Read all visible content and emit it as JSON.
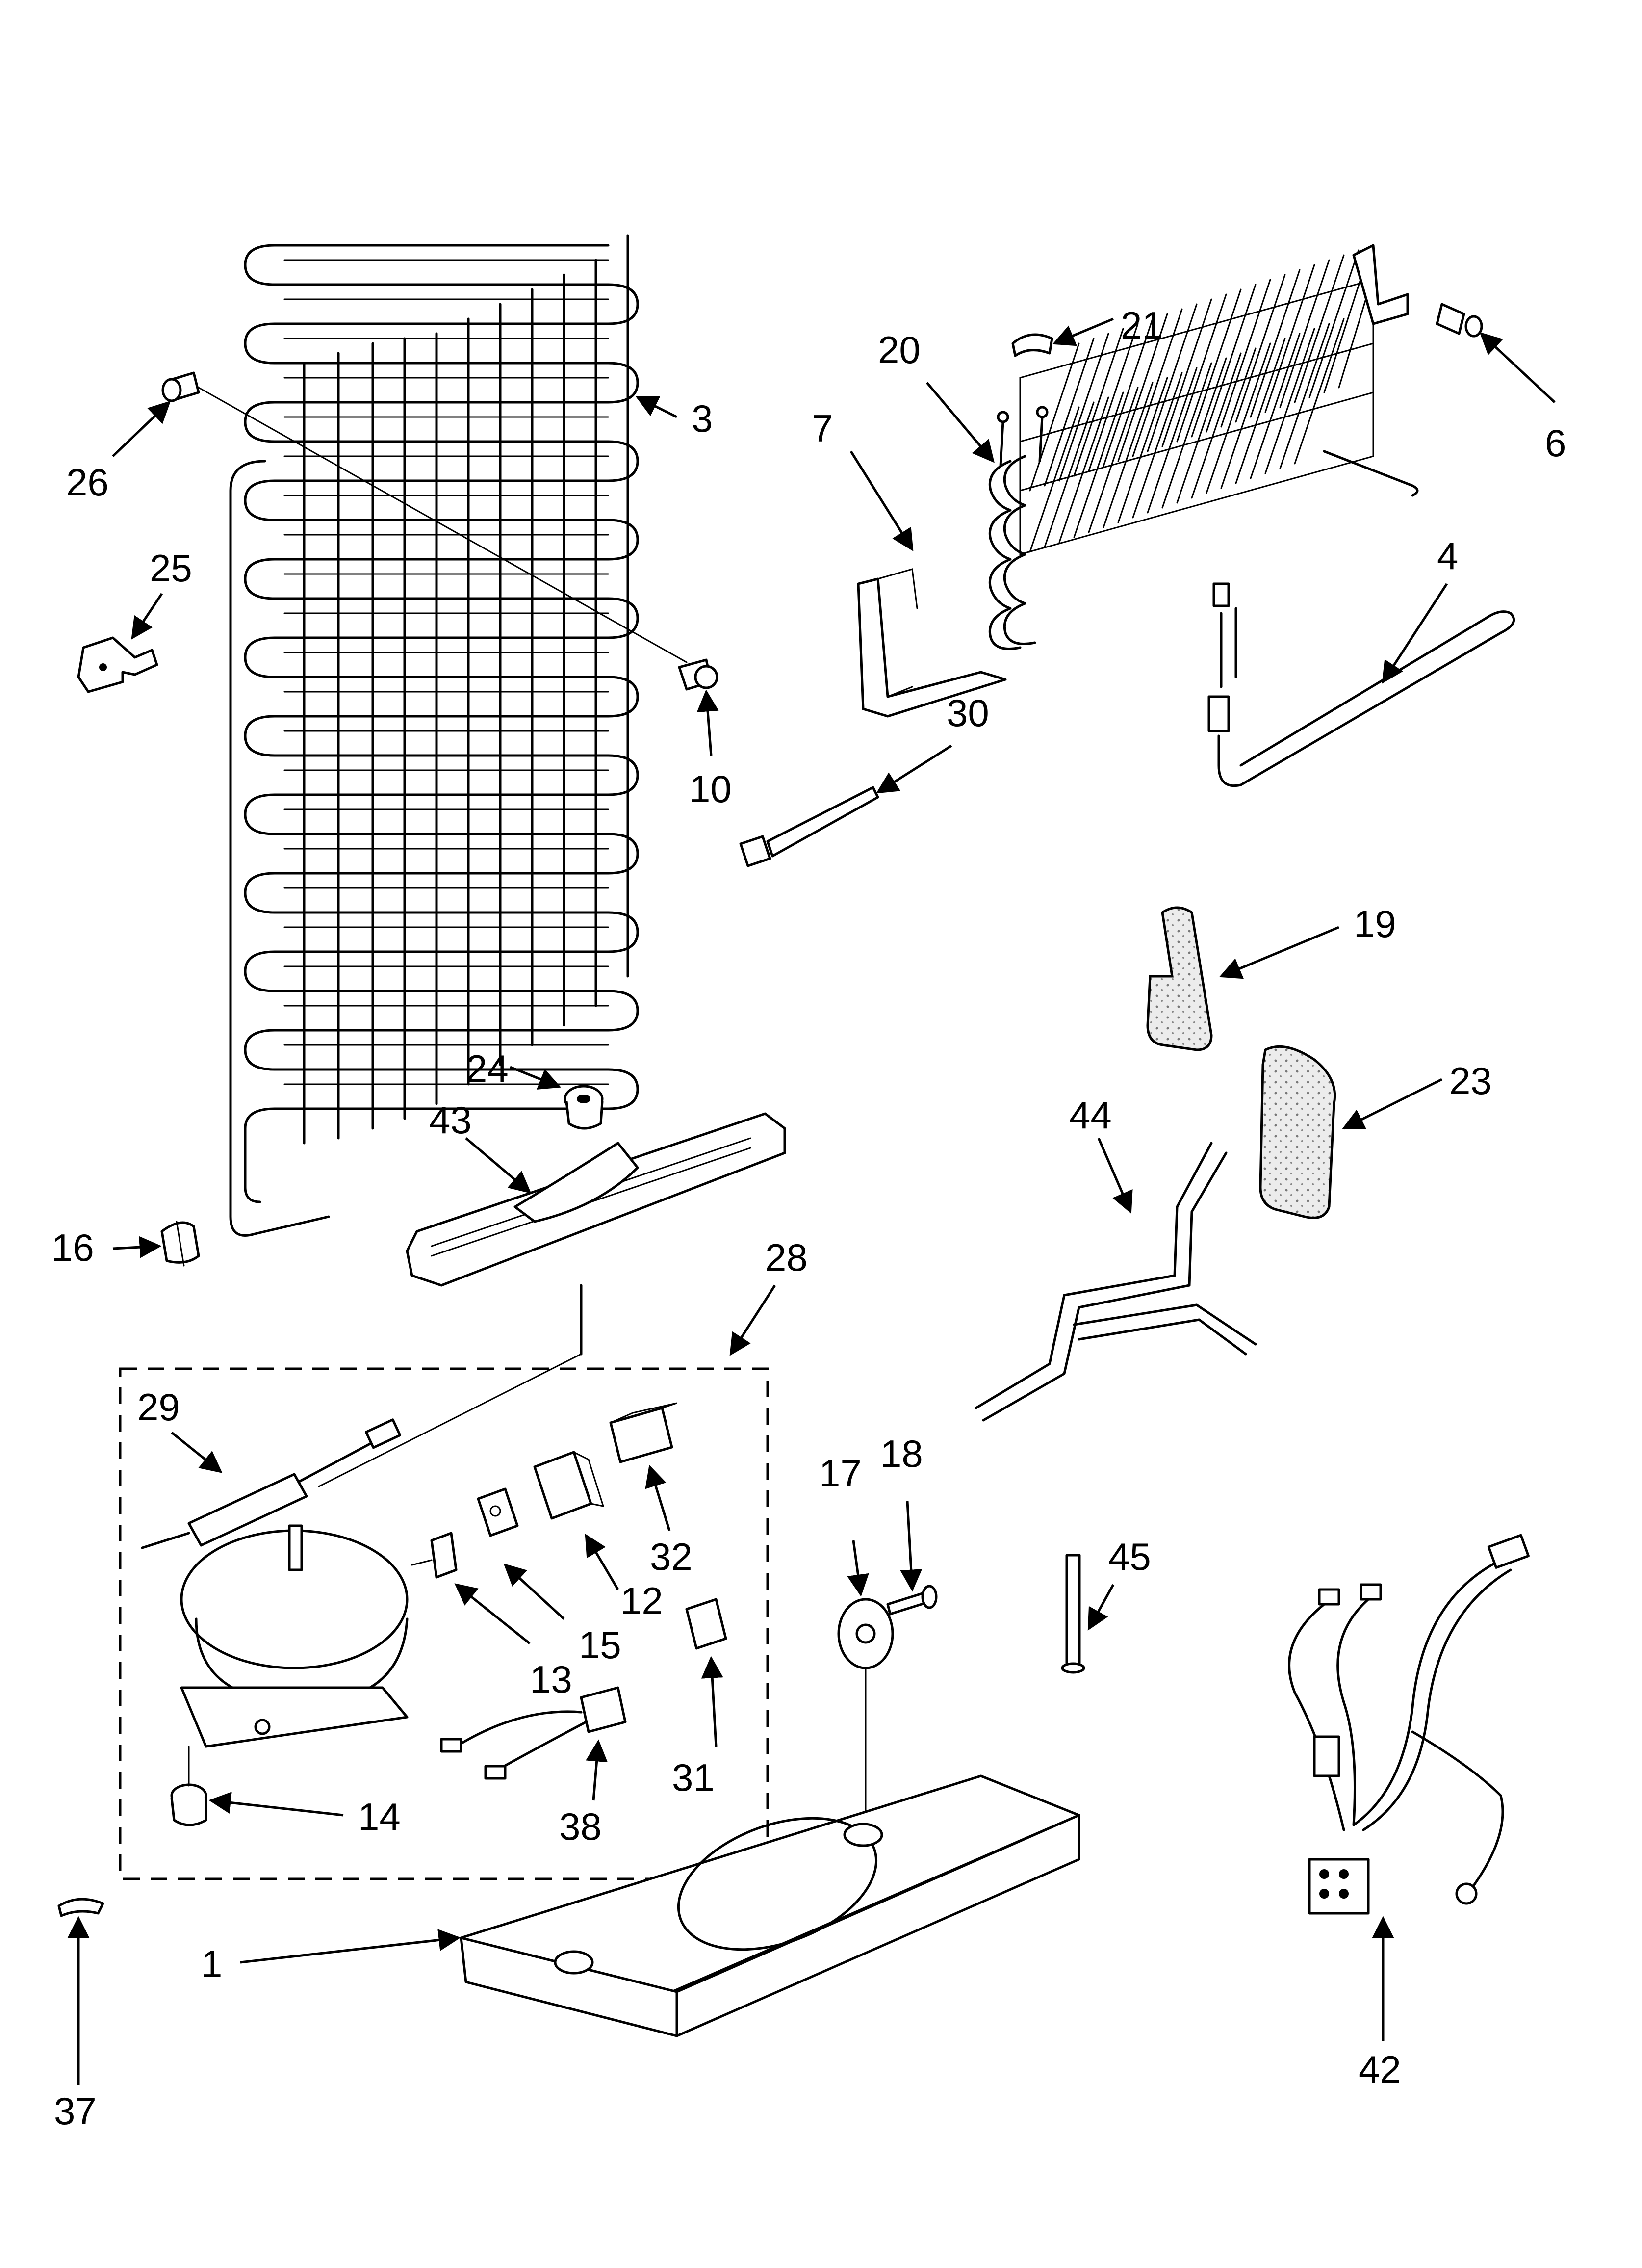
{
  "labels": {
    "l1": "1",
    "l3": "3",
    "l4": "4",
    "l6": "6",
    "l7": "7",
    "l10": "10",
    "l12": "12",
    "l13": "13",
    "l14": "14",
    "l15": "15",
    "l16": "16",
    "l17": "17",
    "l18": "18",
    "l19": "19",
    "l20": "20",
    "l21": "21",
    "l23": "23",
    "l24": "24",
    "l25": "25",
    "l26": "26",
    "l28": "28",
    "l29": "29",
    "l30": "30",
    "l31": "31",
    "l32": "32",
    "l37": "37",
    "l38": "38",
    "l42": "42",
    "l43": "43",
    "l44": "44",
    "l45": "45"
  }
}
